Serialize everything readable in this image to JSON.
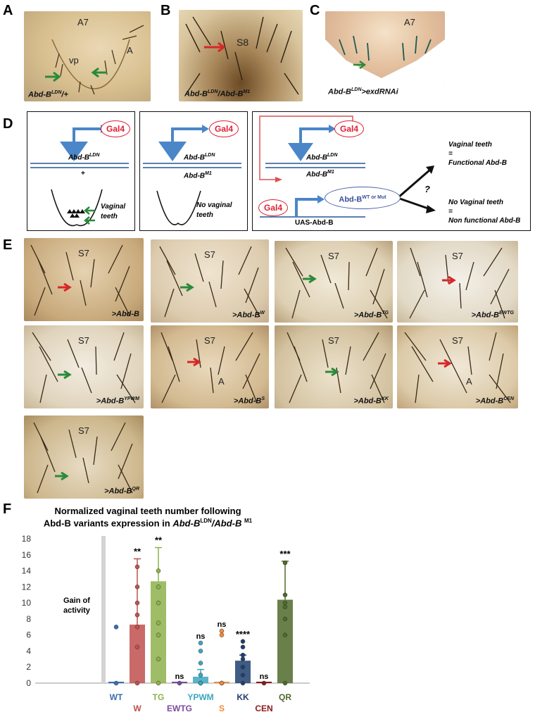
{
  "panel_labels": {
    "A": "A",
    "B": "B",
    "C": "C",
    "D": "D",
    "E": "E",
    "F": "F"
  },
  "panel_a": {
    "labels": [
      "A7",
      "vp",
      "A"
    ],
    "caption_main": "Abd-B",
    "caption_sup": "LDN",
    "caption_tail": "/+"
  },
  "panel_b": {
    "labels": [
      "S8"
    ],
    "caption_main": "Abd-B",
    "caption_sup": "LDN",
    "caption_mid": "/Abd-B",
    "caption_sup2": "M1"
  },
  "panel_c": {
    "labels": [
      "A7"
    ],
    "caption_main": "Abd-B",
    "caption_sup": "LDN",
    "caption_tail": ">exdRNAi"
  },
  "panel_d": {
    "gal4": "Gal4",
    "box1": {
      "allele_main": "Abd-B",
      "allele_sup": "LDN",
      "plus": "+",
      "pheno": "Vaginal\nteeth"
    },
    "box2": {
      "allele_main": "Abd-B",
      "allele_sup": "LDN",
      "allele2_main": "Abd-B",
      "allele2_sup": "M1",
      "pheno": "No vaginal\nteeth"
    },
    "box3": {
      "allele_main": "Abd-B",
      "allele_sup": "LDN",
      "allele2_main": "Abd-B",
      "allele2_sup": "M1",
      "variant_main": "Abd-B",
      "variant_sup": "WT or Mut",
      "uas": "UAS-Abd-B",
      "question": "?",
      "out1": "Vaginal teeth\n=\nFunctional Abd-B",
      "out2": "No Vaginal teeth\n=\nNon functional Abd-B"
    }
  },
  "panel_e": [
    {
      "label": "S7",
      "cap": ">Abd-B",
      "sup": "",
      "arrow": "red"
    },
    {
      "label": "S7",
      "cap": ">Abd-B",
      "sup": "W",
      "arrow": "green"
    },
    {
      "label": "S7",
      "cap": ">Abd-B",
      "sup": "TG",
      "arrow": "green"
    },
    {
      "label": "S7",
      "cap": ">Abd-B",
      "sup": "EWTG",
      "arrow": "red"
    },
    {
      "label": "S7",
      "cap": ">Abd-B",
      "sup": "YPWM",
      "arrow": "green"
    },
    {
      "label": "S7",
      "cap": ">Abd-B",
      "sup": "S",
      "arrow": "red",
      "extra": "A"
    },
    {
      "label": "S7",
      "cap": ">Abd-B",
      "sup": "KK",
      "arrow": "green"
    },
    {
      "label": "S7",
      "cap": ">Abd-B",
      "sup": "CEN",
      "arrow": "red",
      "extra": "A"
    },
    {
      "label": "S7",
      "cap": ">Abd-B",
      "sup": "QR",
      "arrow": "green"
    }
  ],
  "chart_data": {
    "type": "bar",
    "title_line1": "Normalized vaginal teeth number following",
    "title_line2_pre": "Abd-B variants expression in ",
    "title_line2_it": "Abd-B",
    "title_sup1": "LDN",
    "title_mid": "/Abd-B ",
    "title_sup2": "M1",
    "annotation": "Gain of\nactivity",
    "ylim": [
      0,
      18
    ],
    "yticks": [
      "0",
      "2",
      "4",
      "6",
      "8",
      "10",
      "12",
      "14",
      "16",
      "18"
    ],
    "categories": [
      "WT",
      "W",
      "TG",
      "EWTG",
      "YPWM",
      "S",
      "KK",
      "CEN",
      "QR"
    ],
    "values": [
      0,
      7.3,
      12.7,
      0,
      0.8,
      0,
      2.8,
      0,
      10.4
    ],
    "errors": [
      0,
      8.2,
      4.2,
      0,
      0.9,
      0,
      0.7,
      0,
      4.8
    ],
    "significance": [
      "",
      "**",
      "**",
      "ns",
      "ns",
      "ns",
      "****",
      "ns",
      "***"
    ],
    "colors": [
      "#3a6fb0",
      "#c0504d",
      "#8db24b",
      "#7a4b9c",
      "#3aa7c0",
      "#f08a3c",
      "#1f3f6e",
      "#8b1a1a",
      "#4f6a2a"
    ],
    "points": [
      [
        0,
        7
      ],
      [
        0,
        4.5,
        7,
        8.5,
        10,
        12,
        14.5
      ],
      [
        0,
        3,
        6,
        7.5,
        10,
        12,
        14
      ],
      [
        0
      ],
      [
        0,
        0,
        0,
        1,
        2.5,
        4,
        5
      ],
      [
        0,
        0,
        0,
        6.5,
        6
      ],
      [
        0,
        1,
        2,
        3,
        3.5,
        4.5,
        5.2
      ],
      [
        0
      ],
      [
        0,
        6,
        8,
        9.5,
        10,
        11,
        15
      ]
    ]
  }
}
